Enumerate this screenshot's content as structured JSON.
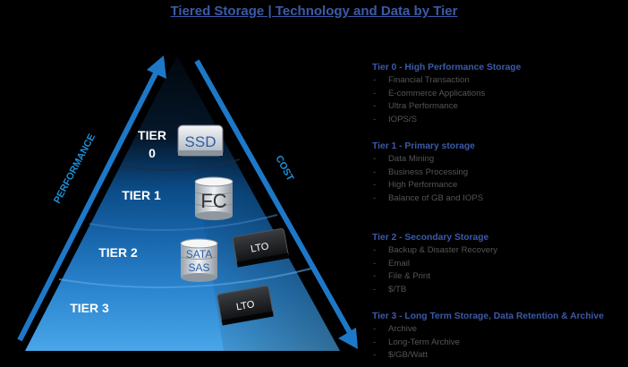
{
  "title": "Tiered Storage | Technology and Data by Tier",
  "axes": {
    "left": "PERFORMANCE",
    "right": "COST"
  },
  "tiers": [
    {
      "label": "TIER\n0",
      "media": "SSD"
    },
    {
      "label": "TIER 1",
      "media": "FC"
    },
    {
      "label": "TIER 2",
      "media": "SATA\nSAS",
      "tape": "LTO"
    },
    {
      "label": "TIER 3",
      "tape": "LTO"
    }
  ],
  "legend": [
    {
      "title": "Tier 0 - High Performance Storage",
      "items": [
        "Financial Transaction",
        "E-commerce Applications",
        "Ultra Performance",
        "IOPS/S"
      ]
    },
    {
      "title": "Tier 1 - Primary storage",
      "items": [
        "Data Mining",
        "Business Processing",
        "High Performance",
        "Balance of GB and IOPS"
      ]
    },
    {
      "title": "Tier 2 - Secondary Storage",
      "items": [
        "Backup & Disaster Recovery",
        "Email",
        "File & Print",
        "$/TB"
      ]
    },
    {
      "title": "Tier 3 - Long Term Storage, Data Retention & Archive",
      "items": [
        "Archive",
        "Long-Term Archive",
        "$/GB/Watt"
      ]
    }
  ],
  "colors": {
    "title": "#3b5aa8",
    "arrow": "#1e8fd6",
    "tier0": "#04101c",
    "tier1": "#0a3e70",
    "tier2": "#1660a3",
    "tier3": "#2f8fd6"
  }
}
